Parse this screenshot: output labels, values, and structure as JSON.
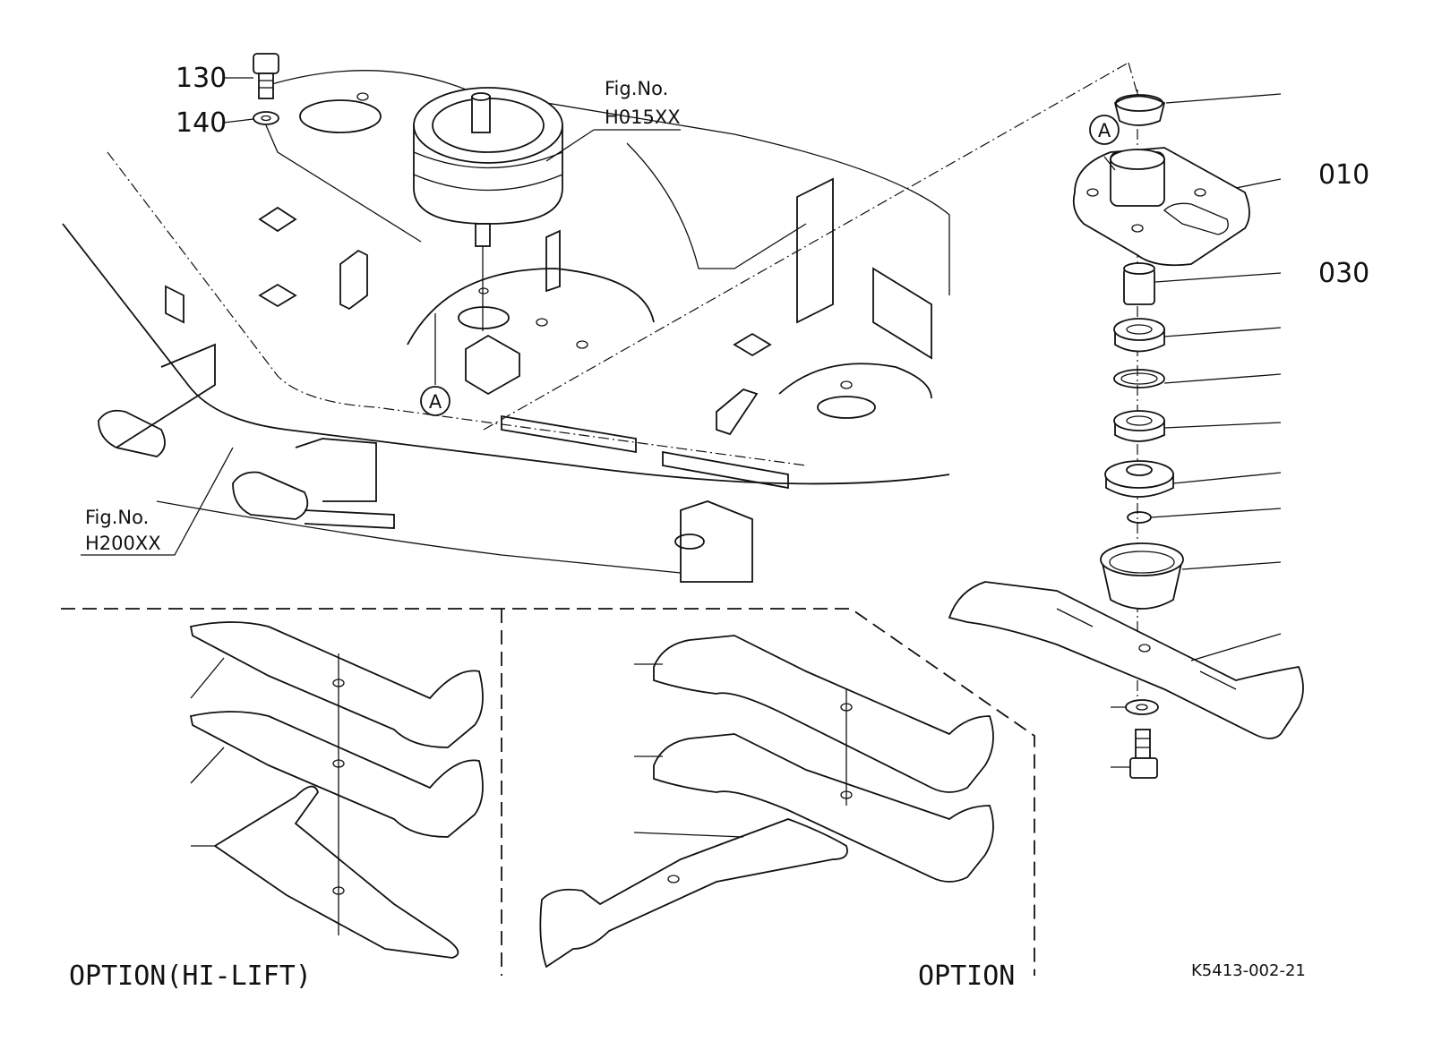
{
  "diagram": {
    "part_labels": [
      "130",
      "140",
      "010",
      "030"
    ],
    "figure_refs": [
      {
        "line1": "Fig.No.",
        "line2": "H015XX"
      },
      {
        "line1": "Fig.No.",
        "line2": "H200XX"
      }
    ],
    "callouts": [
      "A",
      "A"
    ],
    "sections": [
      "OPTION(HI-LIFT)",
      "OPTION"
    ],
    "drawing_code": "K5413-002-21"
  }
}
